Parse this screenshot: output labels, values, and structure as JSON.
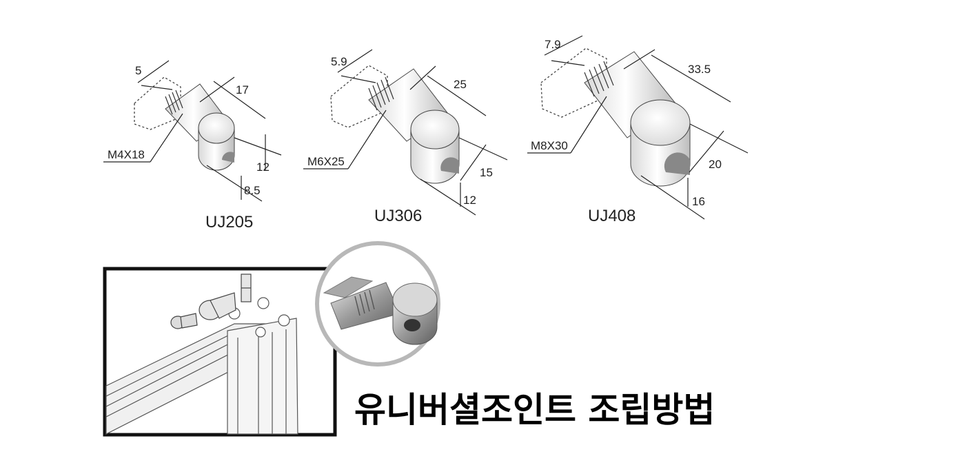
{
  "joints": [
    {
      "model": "UJ205",
      "bolt": "M4X18",
      "dims": [
        "5",
        "17",
        "12",
        "8.5"
      ]
    },
    {
      "model": "UJ306",
      "bolt": "M6X25",
      "dims": [
        "5.9",
        "25",
        "15",
        "12"
      ]
    },
    {
      "model": "UJ408",
      "bolt": "M8X30",
      "dims": [
        "7.9",
        "33.5",
        "20",
        "16"
      ]
    }
  ],
  "title": "유니버셜조인트 조립방법"
}
